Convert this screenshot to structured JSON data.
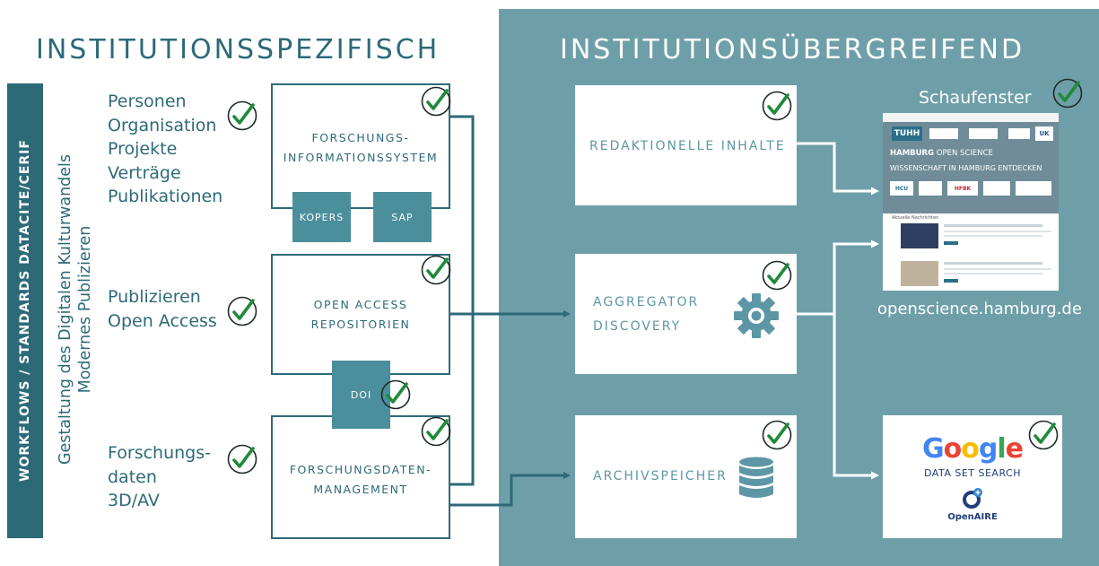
{
  "headers": {
    "left": "INSTITUTIONSSPEZIFISCH",
    "right": "INSTITUTIONSÜBERGREIFEND"
  },
  "sidebar": {
    "bar_text": "WORKFLOWS / STANDARDS DATACITE/CERIF",
    "line1": "Gestaltung des Digitalen Kulturwandels",
    "line2": "Modernes Publizieren"
  },
  "topics": {
    "group1": [
      "Personen",
      "Organisation",
      "Projekte",
      "Verträge",
      "Publikationen"
    ],
    "group2": [
      "Publizieren",
      "Open Access"
    ],
    "group3": [
      "Forschungs-",
      "daten",
      "3D/AV"
    ]
  },
  "boxes": {
    "fis": [
      "FORSCHUNGS-",
      "INFORMATIONSSYSTEM"
    ],
    "repo": [
      "OPEN ACCESS",
      "REPOSITORIEN"
    ],
    "fdm": [
      "FORSCHUNGSDATEN-",
      "MANAGEMENT"
    ]
  },
  "tags": {
    "kopers": "KOPERS",
    "sap": "SAP",
    "doi": "DOI"
  },
  "right_boxes": {
    "redaktion": "REDAKTIONELLE INHALTE",
    "aggregator": [
      "AGGREGATOR",
      "DISCOVERY"
    ],
    "archiv": "ARCHIVSPEICHER"
  },
  "showcase": {
    "title": "Schaufenster",
    "url": "openscience.hamburg.de",
    "banner_line1_bold": "HAMBURG",
    "banner_line1_rest": "OPEN SCIENCE",
    "banner_line2": "WISSENSCHAFT IN HAMBURG ENTDECKEN",
    "logo_tuhh": "TUHH",
    "logo_hcu": "HCU",
    "logo_hfbk": "HFBK",
    "logo_uk": "UK",
    "news_heading": "Aktuelle Nachrichten"
  },
  "search": {
    "google": [
      "G",
      "o",
      "o",
      "g",
      "l",
      "e"
    ],
    "google_colors": [
      "#4285F4",
      "#EA4335",
      "#FBBC05",
      "#4285F4",
      "#34A853",
      "#EA4335"
    ],
    "dataset": "DATA SET SEARCH",
    "openaire": "OpenAIRE"
  },
  "colors": {
    "primary": "#2d6a78",
    "panel": "#6e9fa9",
    "tag": "#4b8e9c",
    "check": "#1f8a3a"
  }
}
